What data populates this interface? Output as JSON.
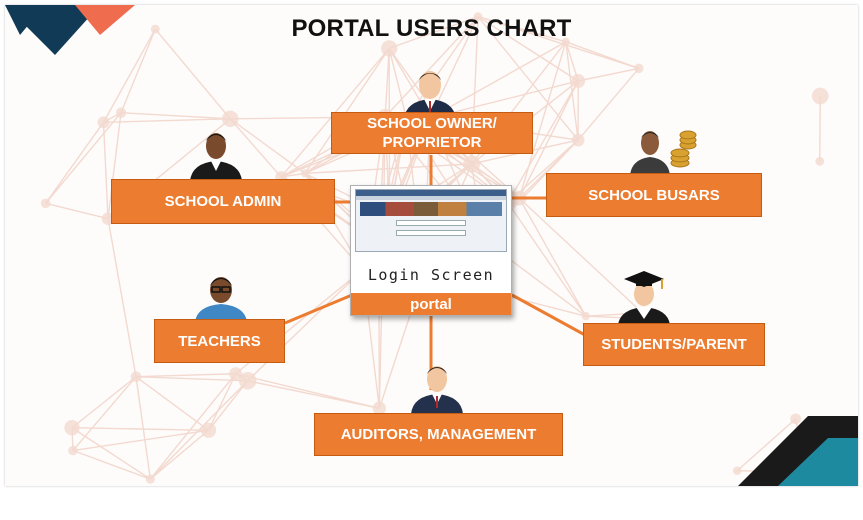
{
  "title": "PORTAL USERS CHART",
  "center": {
    "screen_text": "Login Screen",
    "label": "portal"
  },
  "users": [
    {
      "id": "school-owner",
      "label": "SCHOOL OWNER/\nPROPRIETOR"
    },
    {
      "id": "school-admin",
      "label": "SCHOOL ADMIN"
    },
    {
      "id": "school-busars",
      "label": "SCHOOL BUSARS"
    },
    {
      "id": "teachers",
      "label": "TEACHERS"
    },
    {
      "id": "students-parent",
      "label": "STUDENTS/PARENT"
    },
    {
      "id": "auditors",
      "label": "AUDITORS, MANAGEMENT"
    }
  ],
  "colors": {
    "accent": "#ec7c30",
    "navy": "#103a55",
    "teal": "#1e8aa0",
    "coral": "#ef6c4f",
    "network": "#f3d9cf"
  }
}
